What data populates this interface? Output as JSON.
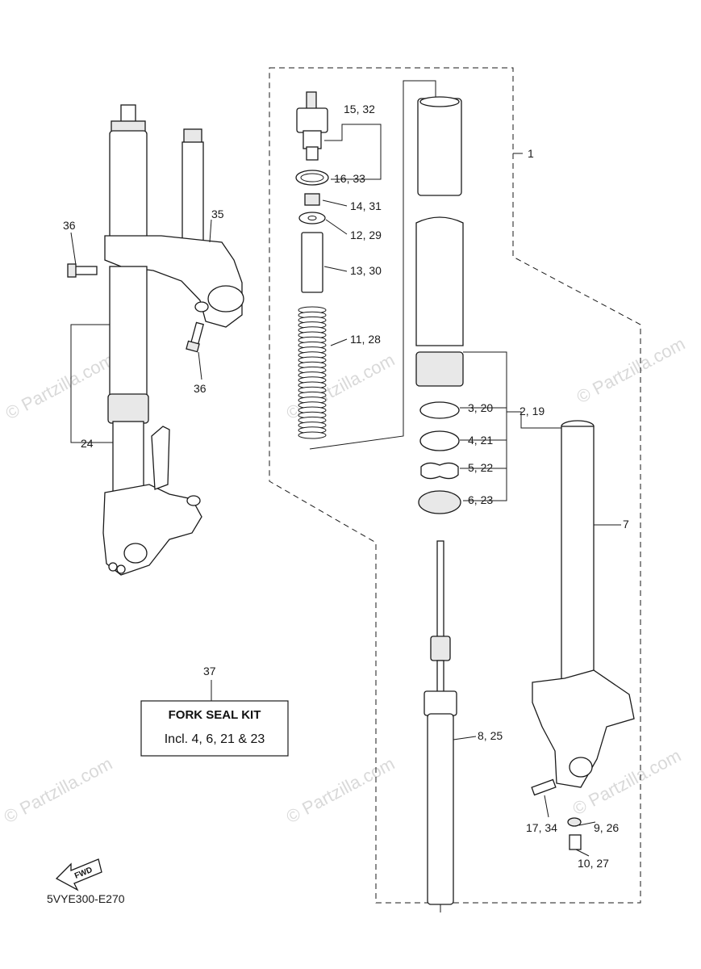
{
  "watermark": "© Partzilla.com",
  "diagram_code": "5VYE300-E270",
  "fwd_label": "FWD",
  "kit": {
    "ref": "37",
    "title": "FORK SEAL KIT",
    "text": "Incl. 4, 6, 21 & 23"
  },
  "labels": {
    "p1": "1",
    "p2": "2, 19",
    "p3": "3, 20",
    "p4": "4, 21",
    "p5": "5, 22",
    "p6": "6, 23",
    "p7": "7",
    "p8": "8, 25",
    "p9": "9, 26",
    "p10": "10, 27",
    "p11": "11, 28",
    "p12": "12, 29",
    "p13": "13, 30",
    "p14": "14, 31",
    "p15": "15, 32",
    "p16": "16, 33",
    "p17": "17, 34",
    "p24": "24",
    "p35": "35",
    "p36a": "36",
    "p36b": "36"
  }
}
